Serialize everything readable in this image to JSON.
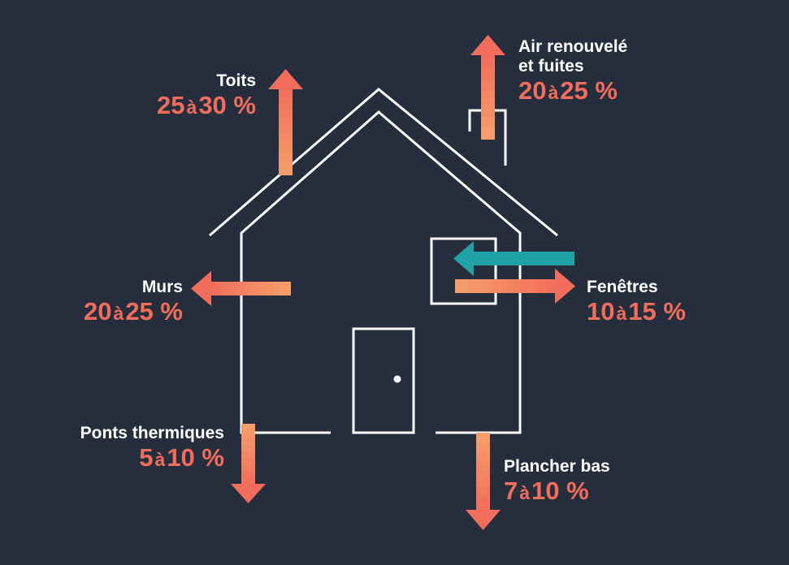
{
  "colors": {
    "background": "#262e3d",
    "line": "#ffffff",
    "arrow_start": "#f26d5b",
    "arrow_end": "#f5a06b",
    "arrow_in": "#1fa3a6",
    "percent_text": "#f26d5b"
  },
  "losses": [
    {
      "id": "toits",
      "name": "Toits",
      "min": "25",
      "sep": "à",
      "max": "30",
      "unit": "%",
      "direction": "up"
    },
    {
      "id": "air",
      "name_lines": [
        "Air renouvelé",
        "et fuites"
      ],
      "min": "20",
      "sep": "à",
      "max": "25",
      "unit": "%",
      "direction": "up"
    },
    {
      "id": "murs",
      "name": "Murs",
      "min": "20",
      "sep": "à",
      "max": "25",
      "unit": "%",
      "direction": "left"
    },
    {
      "id": "fenetres",
      "name": "Fenêtres",
      "min": "10",
      "sep": "à",
      "max": "15",
      "unit": "%",
      "direction": "right"
    },
    {
      "id": "ponts",
      "name": "Ponts thermiques",
      "min": "5",
      "sep": "à",
      "max": "10",
      "unit": "%",
      "direction": "down"
    },
    {
      "id": "plancher",
      "name": "Plancher bas",
      "min": "7",
      "sep": "à",
      "max": "10",
      "unit": "%",
      "direction": "down"
    }
  ]
}
